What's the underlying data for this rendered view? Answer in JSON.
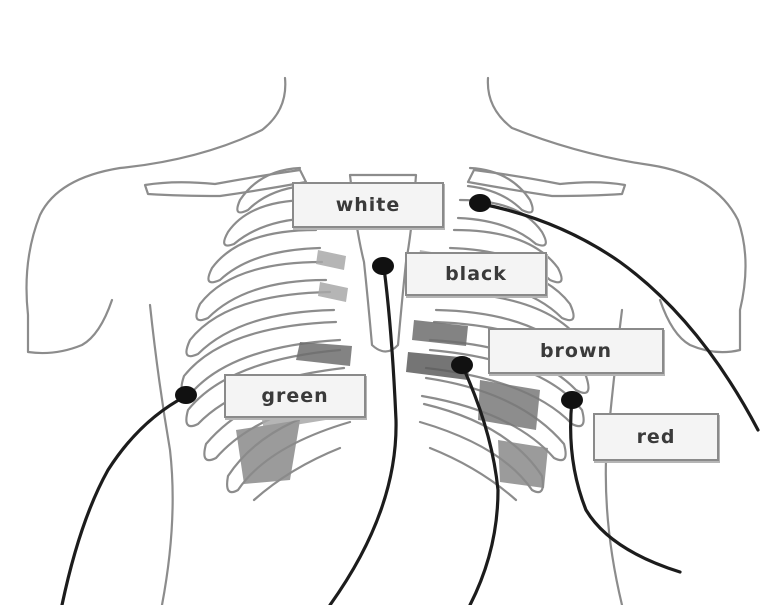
{
  "colors": {
    "outline": "#8c8c8c",
    "lead_wire": "#1c1c1c",
    "electrode_dot": "#111111",
    "shadow": "#a9a9a9",
    "shadow_dark": "#6e6e6e"
  },
  "electrodes": [
    {
      "id": "white",
      "label": "white"
    },
    {
      "id": "black",
      "label": "black"
    },
    {
      "id": "brown",
      "label": "brown"
    },
    {
      "id": "green",
      "label": "green"
    },
    {
      "id": "red",
      "label": "red"
    }
  ]
}
